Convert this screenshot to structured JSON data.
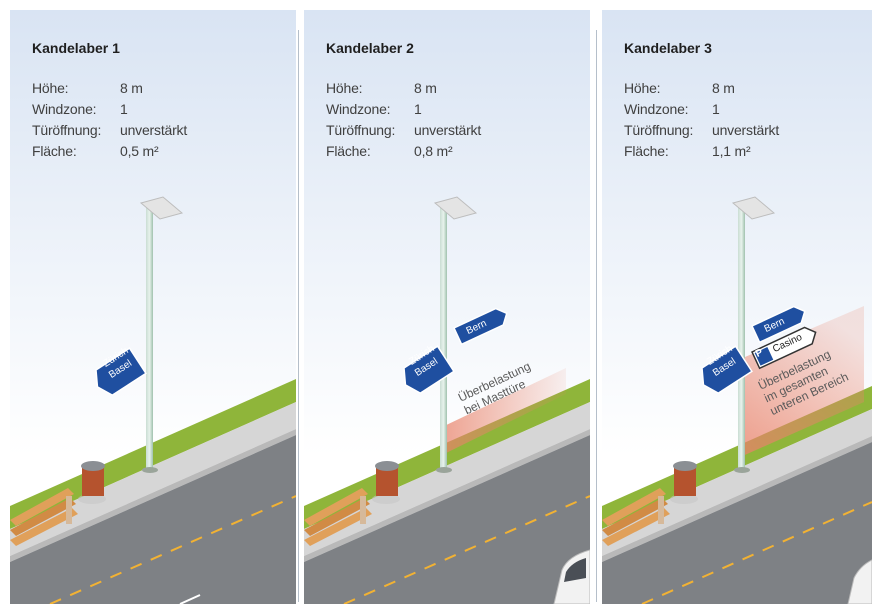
{
  "panels": [
    {
      "title": "Kandelaber 1",
      "specs": [
        {
          "label": "Höhe:",
          "value": "8 m"
        },
        {
          "label": "Windzone:",
          "value": "1"
        },
        {
          "label": "Türöffnung:",
          "value": "unverstärkt"
        },
        {
          "label": "Fläche:",
          "value": "0,5 m²"
        }
      ],
      "signs": {
        "zurich": "Zürich",
        "basel": "Basel"
      },
      "overload_lines": []
    },
    {
      "title": "Kandelaber 2",
      "specs": [
        {
          "label": "Höhe:",
          "value": "8 m"
        },
        {
          "label": "Windzone:",
          "value": "1"
        },
        {
          "label": "Türöffnung:",
          "value": "unverstärkt"
        },
        {
          "label": "Fläche:",
          "value": "0,8 m²"
        }
      ],
      "signs": {
        "zurich": "Zürich",
        "basel": "Basel",
        "bern": "Bern"
      },
      "overload_lines": [
        "Überbelastung",
        "bei Masttüre"
      ]
    },
    {
      "title": "Kandelaber 3",
      "specs": [
        {
          "label": "Höhe:",
          "value": "8 m"
        },
        {
          "label": "Windzone:",
          "value": "1"
        },
        {
          "label": "Türöffnung:",
          "value": "unverstärkt"
        },
        {
          "label": "Fläche:",
          "value": "1,1 m²"
        }
      ],
      "signs": {
        "zurich": "Zürich",
        "basel": "Basel",
        "bern": "Bern",
        "parking": "P",
        "casino": "Casino"
      },
      "overload_lines": [
        "Überbelastung",
        "im gesamten",
        "unteren Bereich"
      ]
    }
  ],
  "colors": {
    "sky_top": "#dfe8f4",
    "sky_bottom": "#ffffff",
    "grass": "#8fb53a",
    "sidewalk": "#d9d9d9",
    "road": "#7e8185",
    "sign_blue": "#1f4fa0",
    "lane_yellow": "#f2b233",
    "overload_red": "#e8826a"
  }
}
